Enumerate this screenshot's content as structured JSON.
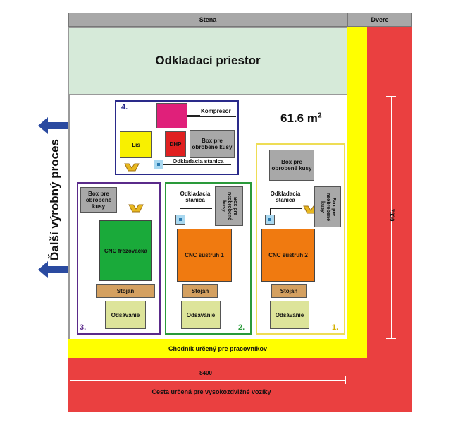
{
  "diagram": {
    "wall_label": "Stena",
    "door_label": "Dvere",
    "storage_label": "Odkladací priestor",
    "area_value": "61.6 m",
    "area_exponent": "2",
    "walkway_label": "Chodník určený pre pracovníkov",
    "forklift_path_label": "Cesta určená pre vysokozdvižné vozíky",
    "width_dimension": "8400",
    "height_dimension": "7330",
    "process_label": "Ďalší výrobný proces",
    "zones": {
      "z1": {
        "number": "1.",
        "box_label": "Box pre obrobené kusy",
        "box_label_vertical": "Box pre neobrobené kusy",
        "station_label": "Odkladacia stanica",
        "machine_label": "CNC sústruh 2",
        "stand_label": "Stojan",
        "suction_label": "Odsávanie"
      },
      "z2": {
        "number": "2.",
        "box_label_vertical": "Box pre neobrobené kusy",
        "station_label": "Odkladacia stanica",
        "machine_label": "CNC sústruh 1",
        "stand_label": "Stojan",
        "suction_label": "Odsávanie"
      },
      "z3": {
        "number": "3.",
        "box_label": "Box pre obrobené kusy",
        "machine_label": "CNC frézovačka",
        "stand_label": "Stojan",
        "suction_label": "Odsávanie"
      },
      "z4": {
        "number": "4.",
        "compressor_label": "Kompresor",
        "press_label": "Lis",
        "dhp_label": "DHP",
        "box_label": "Box pre obrobené kusy",
        "station_label": "Odkladacia stanica"
      }
    },
    "colors": {
      "grey": "#9a9a9a",
      "green_storage": "#d6ead9",
      "yellow": "#ffff00",
      "red": "#ea4040",
      "zone1": "#eedd55",
      "zone2": "#2a9a3a",
      "zone3": "#5a2a8a",
      "zone4": "#2a2a8a",
      "cnc_green": "#1aaa3a",
      "cnc_orange": "#f07a10",
      "stand": "#d4a060",
      "suction": "#dde49a",
      "magenta": "#e0207a",
      "dhp_red": "#e02020",
      "press_yellow": "#f8f000",
      "station_blue": "#a9d8f0",
      "arrow_blue": "#2a4aa0"
    }
  }
}
